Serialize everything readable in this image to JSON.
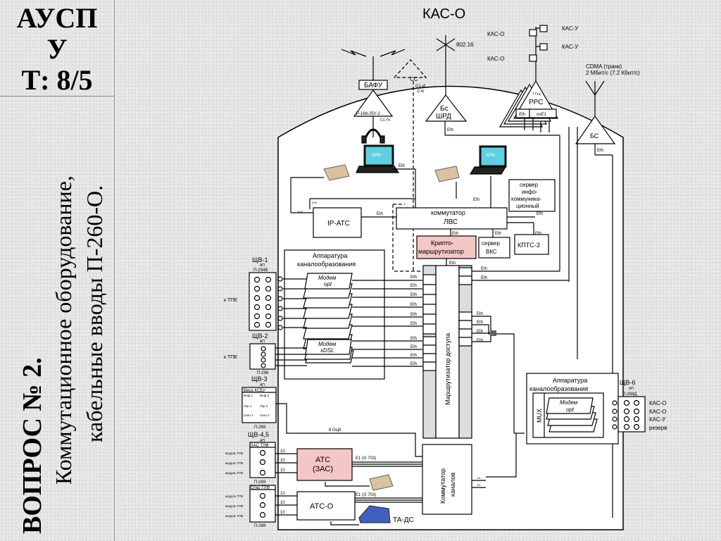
{
  "sidebar": {
    "title_line1": "АУСП",
    "title_line2": "У",
    "title_line3": "Т: 8/5",
    "question_heading": "ВОПРОС № 2.",
    "question_line1": "Коммутационное оборудование,",
    "question_line2": "кабельные вводы П-260-О."
  },
  "diagram": {
    "title": "КАС-О",
    "antennas": {
      "bafu": "БАФУ",
      "radio": "Р-168-25У-2",
      "radio_channel": "С1-ТЧ",
      "cc": "СС",
      "cc_channel": "С1-И",
      "cc_freq": "(2.4)",
      "wimax": "802.16",
      "bs_shrd_line1": "Бс",
      "bs_shrd_line2": "ШРД",
      "rrs": "РРС",
      "rrs_freq": "7 Ггц",
      "rrs_eth": "Eth",
      "rrs_e1": "nxE1",
      "cdma_line1": "CDMA (транк)",
      "cdma_line2": "2 Мбит/с (7.2 Кбит/с)",
      "bs": "БС"
    },
    "kas_links": [
      "КАС-О",
      "КАС-О",
      "КАС-У",
      "КАС-У"
    ],
    "arm_label": "АРМ",
    "eth": "Eth",
    "fxs": "FxS",
    "ip_ats": "IP-АТС",
    "lan_switch_line1": "коммутатор",
    "lan_switch_line2": "ЛВС",
    "server_info": [
      "сервер",
      "инфо-",
      "коммуника-",
      "ционный"
    ],
    "crypto_line1": "Крипто-",
    "crypto_line2": "маршрутизатор",
    "server_vks_line1": "сервер",
    "server_vks_line2": "ВКС",
    "kpts": "КПТС-3",
    "channel_equipment_line1": "Аппаратура",
    "channel_equipment_line2": "каналообразования",
    "modem_opt_line1": "Модем",
    "modem_opt_line2": "opt",
    "modem_xdsl_line1": "Модем",
    "modem_xdsl_line2": "xDSL",
    "access_router": "Маршрутизатор доступа",
    "shv1": "ЩВ-1",
    "shv1_sub": "АП",
    "shv1_model": "П-294В",
    "shv2": "ЩВ-2",
    "shv2_sub": "АП",
    "shv2_model": "П-296",
    "shv3": "ЩВ-3",
    "shv3_sub": "АП",
    "shv3_header": "Ввод КСБУ",
    "shv3_rows": [
      "Инф 1",
      "Инф 2",
      "Упр 1",
      "Упр 2",
      "Сигн 1",
      "Сигн 2"
    ],
    "shv3_model": "П-269",
    "shv45": "ЩВ-4,5",
    "shv45_sub": "АП",
    "zas_tlf": "ЗАС ТЛФ",
    "otkr_tlf": "Откр ТЛФ",
    "module_tpe": "модуль ТПЕ",
    "p269": "П-269",
    "to_tpe": "к ТПЕ",
    "cable_6ock": "6 ОЦК",
    "count_10": "10",
    "ats_zas_line1": "АТС",
    "ats_zas_line2": "(ЗАС)",
    "ats_o": "АТС-О",
    "e1_g703": "E1 (G 703)",
    "ta_ds": "ТА-ДС",
    "channel_switch_line1": "Коммутатор",
    "channel_switch_line2": "каналов",
    "e1": "E1",
    "mux": "MUX",
    "shv6": "ЩВ-6",
    "shv6_sub": "АП",
    "shv6_model": "П-294Д",
    "shv6_ports": [
      "КАС-О",
      "КАС-О",
      "КАС-У",
      "резерв"
    ],
    "colors": {
      "pink": "#f4c6c6",
      "screen": "#5fd0e0",
      "phone": "#d9c2a0"
    }
  }
}
